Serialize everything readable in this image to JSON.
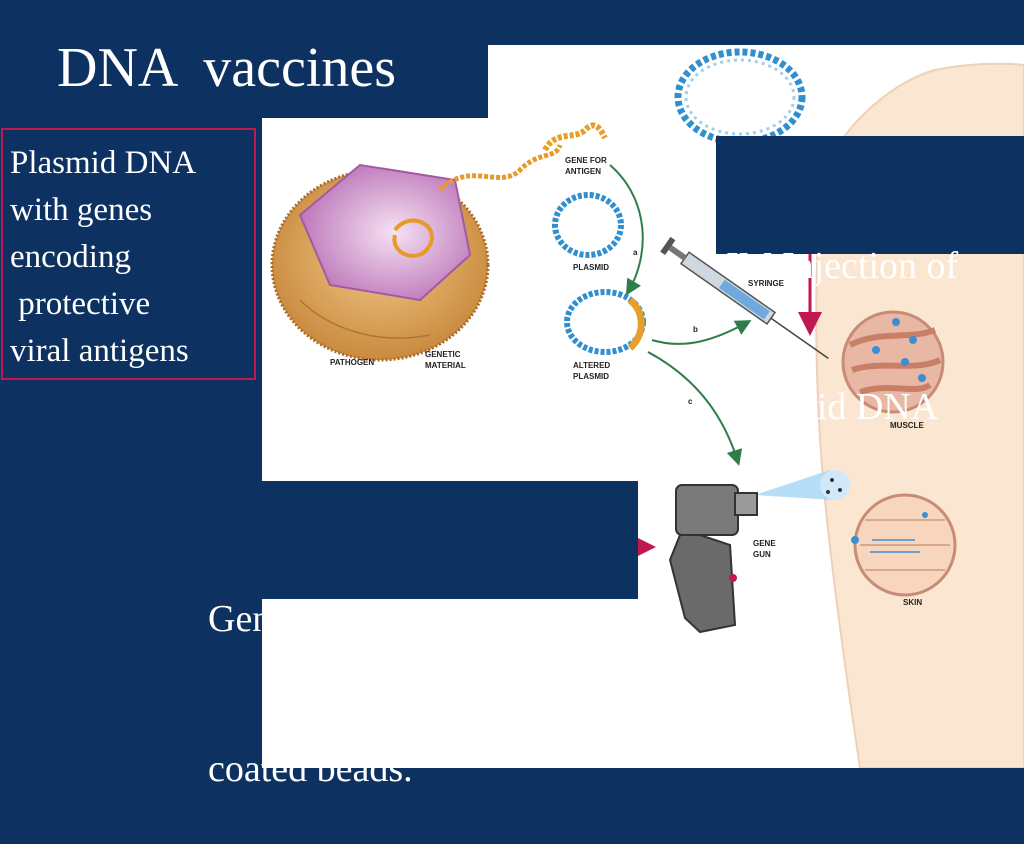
{
  "title": "DNA  vaccines",
  "left_box": {
    "lines": [
      "Plasmid DNA",
      "with genes",
      "encoding",
      " protective",
      "viral antigens"
    ]
  },
  "im_injection": {
    "lines": [
      "IM Injection of",
      "plasmid DNA"
    ]
  },
  "gene_gun_caption": {
    "lines": [
      "Gene Gun for plasmid",
      "coated beads."
    ]
  },
  "diagram_labels": {
    "pathogen": "PATHOGEN",
    "genetic_material_1": "GENETIC",
    "genetic_material_2": "MATERIAL",
    "gene_for_antigen_1": "GENE FOR",
    "gene_for_antigen_2": "ANTIGEN",
    "plasmid": "PLASMID",
    "altered_plasmid_1": "ALTERED",
    "altered_plasmid_2": "PLASMID",
    "syringe": "SYRINGE",
    "muscle": "MUSCLE",
    "gene_gun_1": "GENE",
    "gene_gun_2": "GUN",
    "skin": "SKIN",
    "step_a": "a",
    "step_b": "b",
    "step_c": "c"
  },
  "colors": {
    "slide_bg": "#0d3261",
    "accent_red": "#c0184f",
    "dna_blue": "#2f8fd0",
    "dna_orange": "#e6a02a",
    "arrow_green": "#2f7d4a",
    "skin_tone": "#fbe6d2"
  }
}
